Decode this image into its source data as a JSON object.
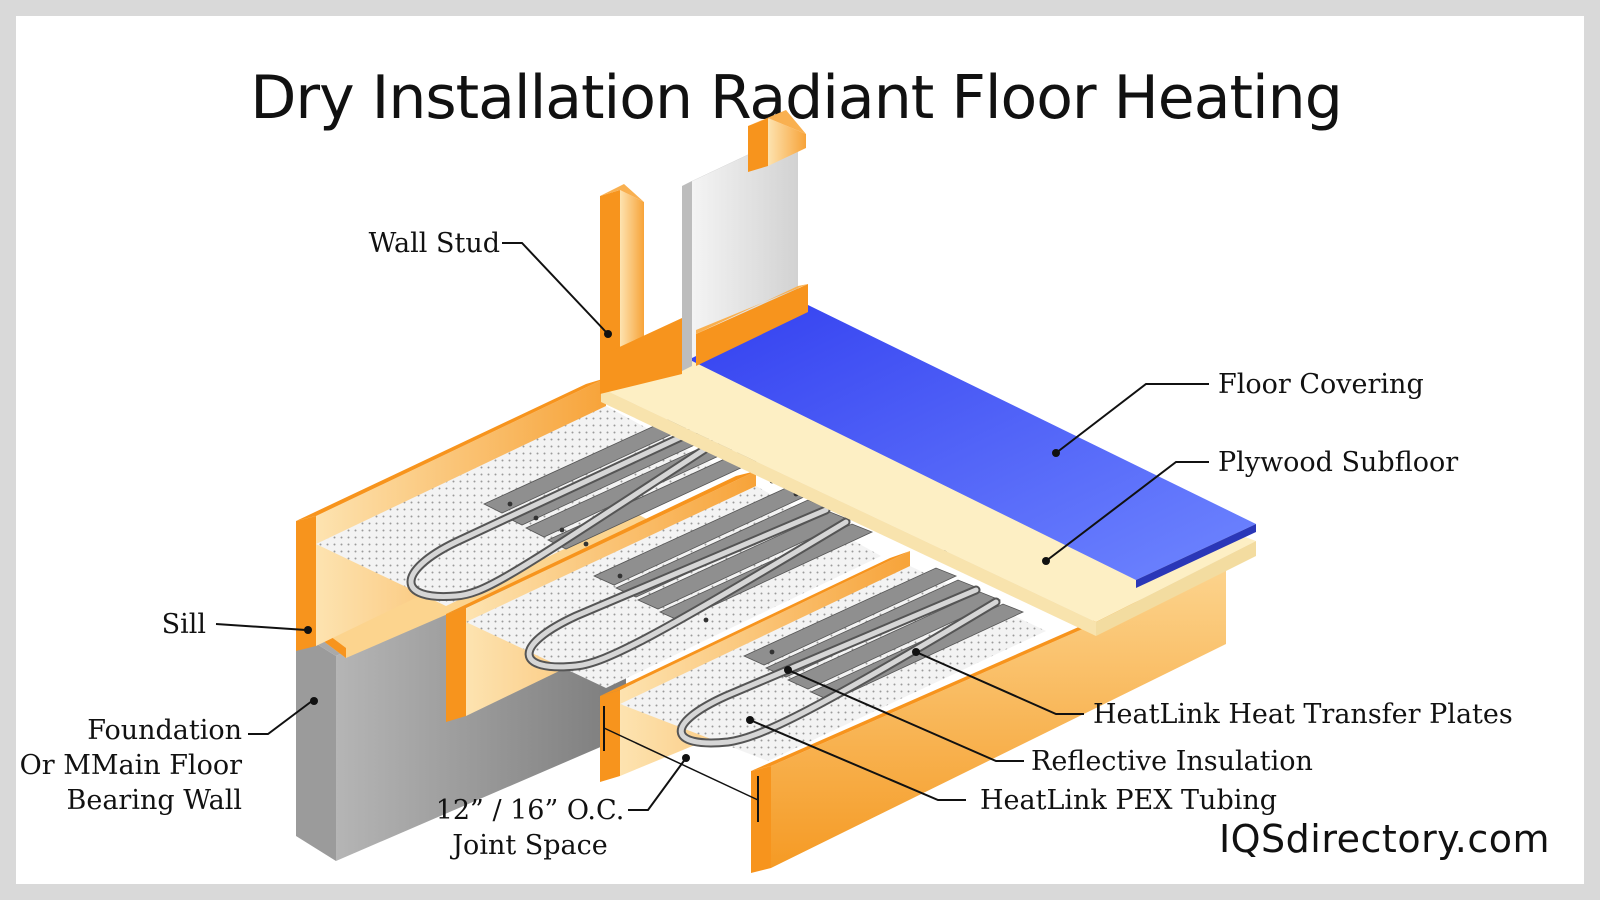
{
  "title": "Dry Installation Radiant Floor Heating",
  "brand": "IQSdirectory.com",
  "labels": {
    "wall_stud": "Wall Stud",
    "floor_covering": "Floor Covering",
    "plywood_subfloor": "Plywood Subfloor",
    "sill": "Sill",
    "foundation_line1": "Foundation",
    "foundation_line2": "Or MMain Floor",
    "foundation_line3": "Bearing Wall",
    "heat_transfer_plates": "HeatLink Heat Transfer Plates",
    "reflective_insulation": "Reflective Insulation",
    "pex_tubing": "HeatLink PEX Tubing",
    "joint_space_line1": "12” / 16” O.C.",
    "joint_space_line2": "Joint Space"
  },
  "colors": {
    "wood_orange": "#f7941d",
    "wood_light": "#fde3b0",
    "floor_blue": "#4a5cf0",
    "plywood": "#fdf0c8",
    "foundation_gray": "#8c8c8c",
    "plate_gray": "#8f8f8f"
  }
}
